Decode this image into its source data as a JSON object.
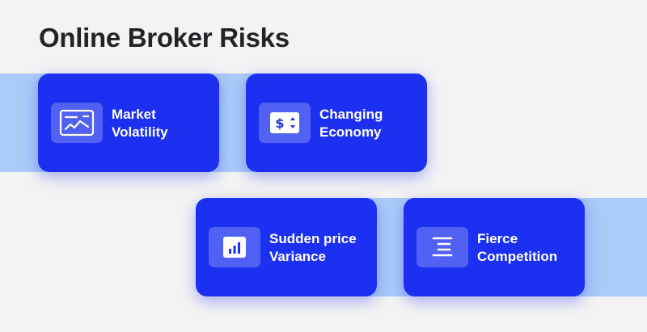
{
  "title": "Online Broker Risks",
  "colors": {
    "background": "#f3f3f4",
    "title_text": "#222327",
    "card": "#1b30f0",
    "band": "#a9cbf8",
    "card_text": "#ffffff"
  },
  "cards": [
    {
      "line1": "Market",
      "line2": "Volatility",
      "icon": "chart-window-icon"
    },
    {
      "line1": "Changing",
      "line2": "Economy",
      "icon": "dollar-exchange-icon"
    },
    {
      "line1": "Sudden price",
      "line2": "Variance",
      "icon": "bar-chart-icon"
    },
    {
      "line1": "Fierce",
      "line2": "Competition",
      "icon": "align-lines-icon"
    }
  ]
}
